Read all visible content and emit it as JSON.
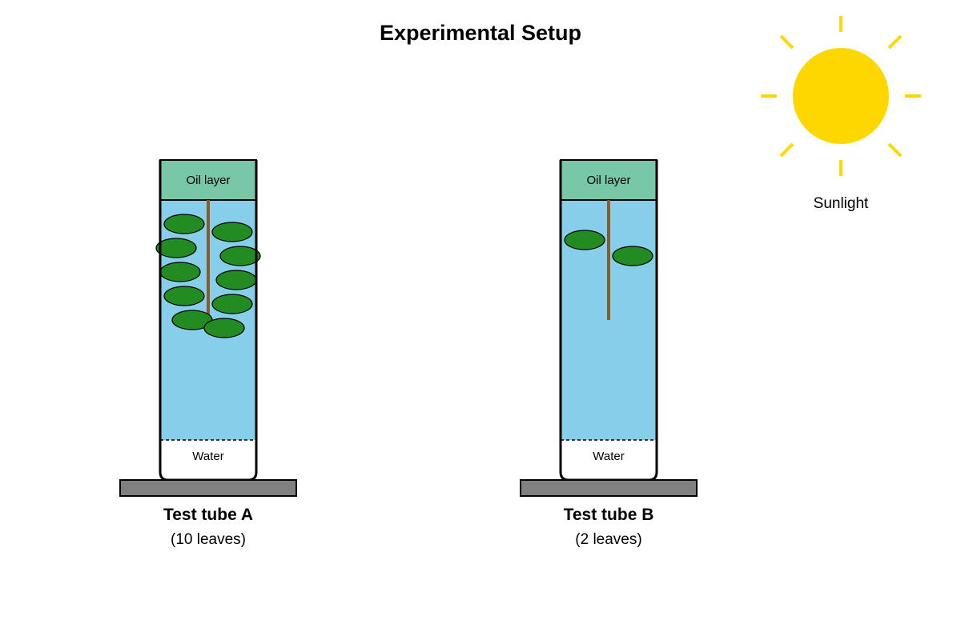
{
  "diagram": {
    "title": "Experimental Setup",
    "sun": {
      "label": "Sunlight",
      "color": "#FFD700"
    },
    "colors": {
      "water": "#87CEEB",
      "oil": "#78C8A8",
      "leaf": "#228B22",
      "stem": "#8B5A2B",
      "stand": "#808080"
    },
    "tubes": [
      {
        "name": "Test tube A",
        "leaf_count_label": "(10 leaves)",
        "leaf_count": 10,
        "oil_label": "Oil layer",
        "water_label": "Water"
      },
      {
        "name": "Test tube B",
        "leaf_count_label": "(2 leaves)",
        "leaf_count": 2,
        "oil_label": "Oil layer",
        "water_label": "Water"
      }
    ]
  }
}
